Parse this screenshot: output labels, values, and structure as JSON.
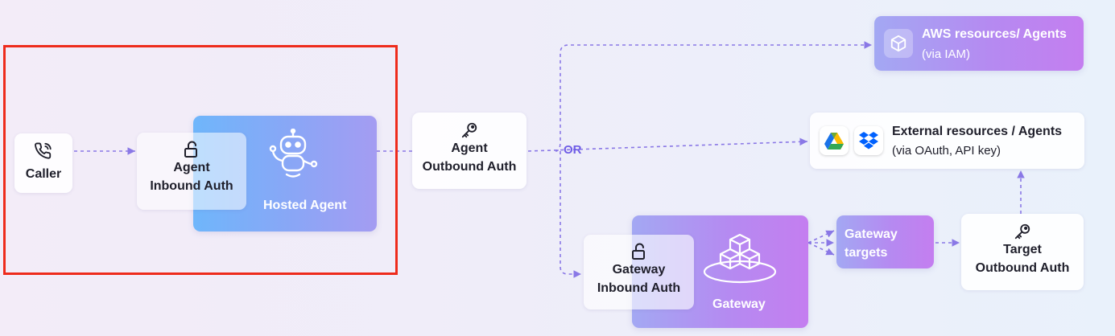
{
  "nodes": {
    "caller": "Caller",
    "agent_inbound_auth": [
      "Agent",
      "Inbound Auth"
    ],
    "hosted_agent": "Hosted Agent",
    "agent_outbound_auth": [
      "Agent",
      "Outbound Auth"
    ],
    "or_label": "OR",
    "aws_resources": {
      "title": "AWS resources/ Agents",
      "subtitle": "(via IAM)"
    },
    "external_resources": {
      "title": "External resources / Agents",
      "subtitle": "(via OAuth, API key)"
    },
    "gateway_inbound_auth": [
      "Gateway",
      "Inbound Auth"
    ],
    "gateway": "Gateway",
    "gateway_targets": [
      "Gateway",
      "targets"
    ],
    "target_outbound_auth": [
      "Target",
      "Outbound Auth"
    ]
  },
  "icons": {
    "caller": "phone-icon",
    "inbound_auth": "unlock-icon",
    "outbound_auth": "key-icon",
    "hosted_agent": "robot-icon",
    "aws": "cube-icon",
    "external": [
      "google-drive-icon",
      "dropbox-icon"
    ],
    "gateway": "cubes-icon"
  },
  "colors": {
    "arrow": "#8a78e6",
    "highlight": "#ee2b1c",
    "or": "#6e5ce6"
  }
}
